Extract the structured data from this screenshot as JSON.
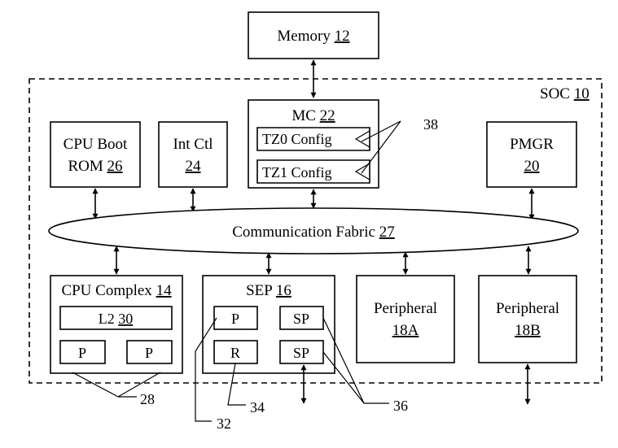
{
  "soc": {
    "label": "SOC",
    "ref": "10"
  },
  "memory": {
    "label": "Memory",
    "ref": "12"
  },
  "mc": {
    "label": "MC",
    "ref": "22",
    "tz0": "TZ0 Config",
    "tz1": "TZ1 Config"
  },
  "cpu_boot_rom": {
    "line1": "CPU Boot",
    "line2": "ROM",
    "ref": "26"
  },
  "int_ctl": {
    "label": "Int Ctl",
    "ref": "24"
  },
  "pmgr": {
    "label": "PMGR",
    "ref": "20"
  },
  "fabric": {
    "label": "Communication Fabric",
    "ref": "27"
  },
  "cpu_complex": {
    "label": "CPU Complex",
    "ref": "14",
    "l2_label": "L2",
    "l2_ref": "30",
    "p1": "P",
    "p2": "P"
  },
  "sep": {
    "label": "SEP",
    "ref": "16",
    "p": "P",
    "r": "R",
    "sp1": "SP",
    "sp2": "SP"
  },
  "peripheral_a": {
    "label": "Peripheral",
    "ref": "18A"
  },
  "peripheral_b": {
    "label": "Peripheral",
    "ref": "18B"
  },
  "callouts": {
    "c38": "38",
    "c28": "28",
    "c32": "32",
    "c34": "34",
    "c36": "36"
  }
}
